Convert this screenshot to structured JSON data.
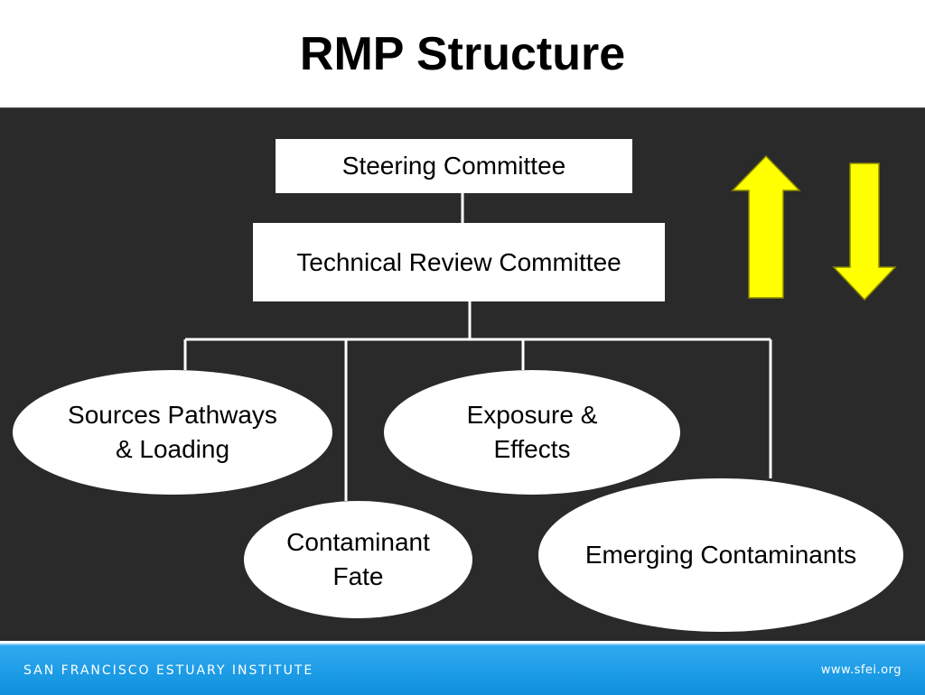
{
  "slide": {
    "title": "RMP Structure"
  },
  "org_chart": {
    "steering_committee": "Steering Committee",
    "technical_review_committee": "Technical Review Committee",
    "workgroups": [
      {
        "label": "Sources Pathways\n& Loading"
      },
      {
        "label": "Exposure &\nEffects"
      },
      {
        "label": "Contaminant\nFate"
      },
      {
        "label": "Emerging Contaminants"
      }
    ],
    "arrows": {
      "color": "#ffff00",
      "directions": [
        "up",
        "down"
      ]
    }
  },
  "footer": {
    "organization": "SAN FRANCISCO ESTUARY INSTITUTE",
    "website": "www.sfei.org"
  },
  "colors": {
    "background": "#2a2a2a",
    "footer": "#1ea0e8",
    "node": "#ffffff",
    "arrow": "#ffff00"
  }
}
